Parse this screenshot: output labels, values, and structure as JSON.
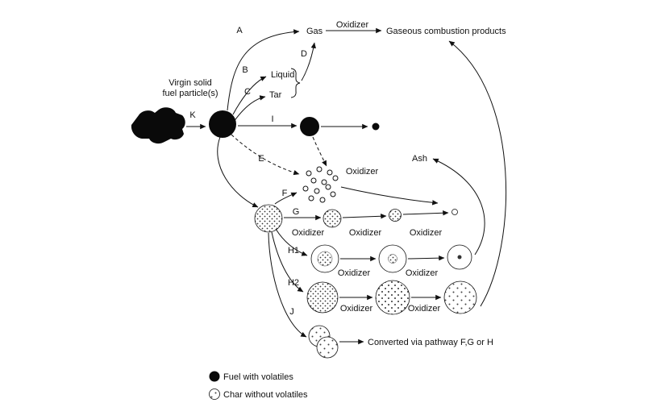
{
  "diagram": {
    "colors": {
      "ink": "#111111",
      "paper": "#ffffff"
    },
    "labels": {
      "virgin1": "Virgin solid",
      "virgin2": "fuel particle(s)",
      "gas": "Gas",
      "liquid": "Liquid",
      "tar": "Tar",
      "oxidizer": "Oxidizer",
      "products": "Gaseous combustion products",
      "ash": "Ash",
      "converted": "Converted via pathway F,G or H"
    },
    "pathways": {
      "a": "A",
      "b": "B",
      "c": "C",
      "d": "D",
      "e": "E",
      "f": "F",
      "g": "G",
      "h1": "H1",
      "h2": "H2",
      "i": "I",
      "j": "J",
      "k": "K"
    },
    "legend": {
      "fuel": "Fuel with volatiles",
      "char": "Char without volatiles"
    }
  }
}
